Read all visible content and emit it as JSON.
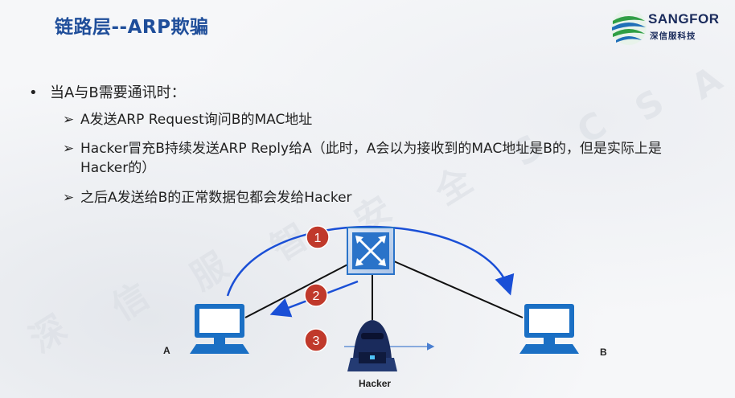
{
  "slide": {
    "title": "链路层--ARP欺骗",
    "logo": {
      "name": "SANGFOR",
      "subtitle": "深信服科技"
    },
    "bullet": "当A与B需要通讯时：",
    "sub_items": [
      "A发送ARP Request询问B的MAC地址",
      "Hacker冒充B持续发送ARP Reply给A（此时，A会以为接收到的MAC地址是B的，但是实际上是Hacker的）",
      "之后A发送给B的正常数据包都会发给Hacker"
    ],
    "watermark_chars": [
      "深",
      "信",
      "服",
      "智",
      "安",
      "全",
      "S",
      "C",
      "S",
      "A"
    ]
  },
  "diagram": {
    "nodes": {
      "a": "A",
      "b": "B",
      "hacker": "Hacker"
    },
    "steps": [
      "1",
      "2",
      "3"
    ]
  },
  "colors": {
    "title": "#1f4e9a",
    "arrow": "#1a4fd6",
    "step_badge": "#c0392b",
    "computer": "#1a6fc4",
    "switch": "#2a73c9"
  }
}
